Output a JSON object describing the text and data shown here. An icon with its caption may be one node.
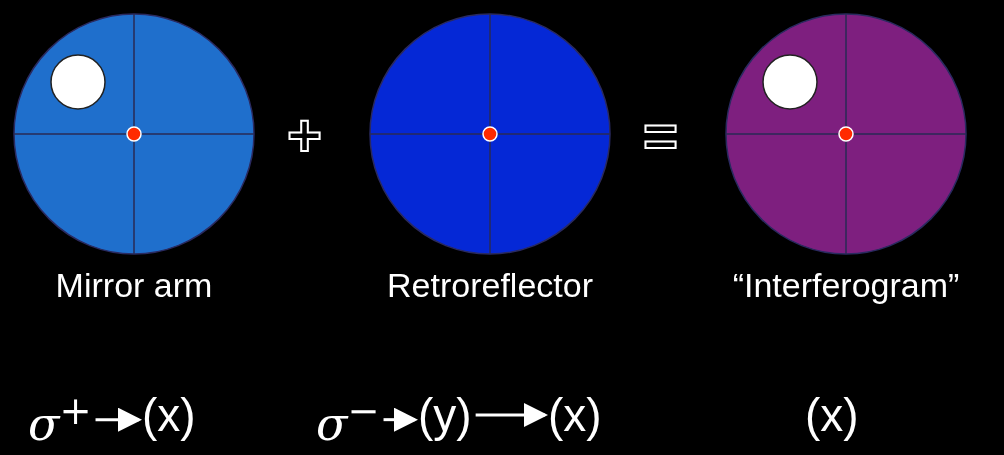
{
  "diagram": {
    "nodes": [
      {
        "text": [
          "Mirror arm"
        ]
      },
      {
        "text": [
          "Retroreflector"
        ]
      },
      {
        "text": [
          "“Interferogram”"
        ]
      },
      {
        "text": [
          "σ$^{+}$"
        ]
      },
      {
        "text": [
          "(x)"
        ]
      },
      {
        "text": [
          "σ$^{−}$"
        ]
      },
      {
        "text": [
          "(y)"
        ]
      },
      {
        "text": [
          "(x)"
        ]
      },
      {
        "text": [
          "(x)"
        ]
      }
    ],
    "edges": [
      {
        "from": 3,
        "to": 4,
        "arrow": "to"
      },
      {
        "from": 5,
        "to": 6,
        "arrow": "to"
      },
      {
        "from": 6,
        "to": 7,
        "arrow": "to"
      }
    ],
    "labels": [
      "+",
      "="
    ]
  }
}
